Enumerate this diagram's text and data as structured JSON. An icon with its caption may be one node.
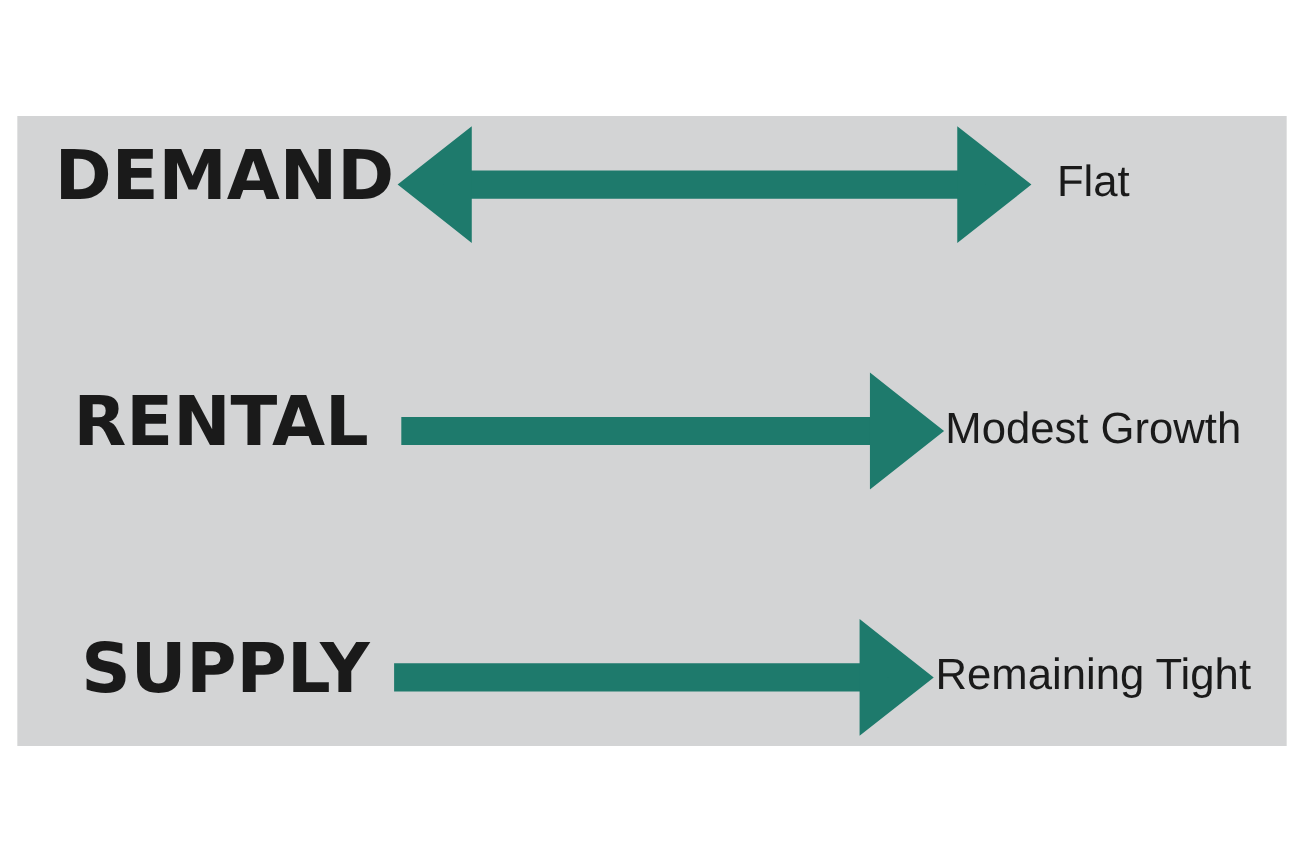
{
  "diagram": {
    "nodes": [
      {
        "text": [
          "DEMAND"
        ]
      },
      {
        "text": [
          "RENTAL"
        ]
      },
      {
        "text": [
          "SUPPLY"
        ]
      },
      {
        "text": [
          "Flat"
        ]
      },
      {
        "text": [
          "Modest Growth"
        ]
      },
      {
        "text": [
          "Remaining Tight"
        ]
      }
    ],
    "edges": [
      {
        "from": 0,
        "to": 3,
        "arrow": "both"
      },
      {
        "from": 1,
        "to": 4,
        "arrow": "to"
      },
      {
        "from": 2,
        "to": 5,
        "arrow": "to"
      }
    ]
  }
}
